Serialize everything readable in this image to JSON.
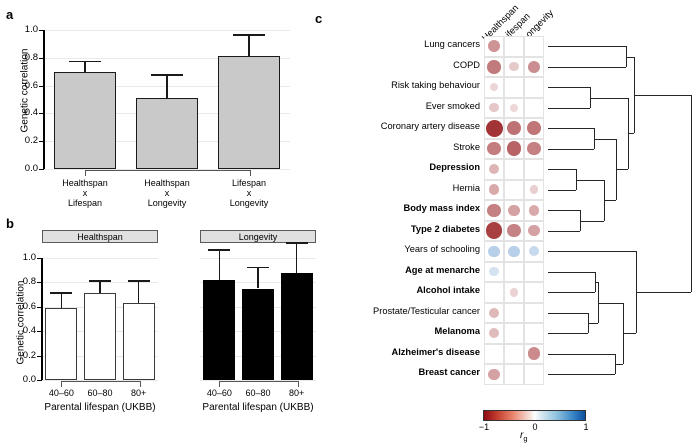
{
  "figure": {
    "panels": [
      "a",
      "b",
      "c"
    ]
  },
  "panel_a": {
    "letter": "a",
    "ylabel": "Genetic correlation",
    "yticks": [
      "1.0",
      "0.8",
      "0.6",
      "0.4",
      "0.2",
      "0.0"
    ],
    "chart_data": {
      "type": "bar",
      "title": "",
      "xlabel": "",
      "ylabel": "Genetic correlation",
      "ylim": [
        0.0,
        1.0
      ],
      "grid": true,
      "categories": [
        "Healthspan\nx\nLifespan",
        "Healthspan\nx\nLongevity",
        "Lifespan\nx\nLongevity"
      ],
      "category_lines": [
        [
          "Healthspan",
          "x",
          "Lifespan"
        ],
        [
          "Healthspan",
          "x",
          "Longevity"
        ],
        [
          "Lifespan",
          "x",
          "Longevity"
        ]
      ],
      "values": [
        0.7,
        0.51,
        0.81
      ],
      "errors_upper": [
        0.78,
        0.68,
        0.97
      ],
      "bar_color": "#c9c9c9"
    }
  },
  "panel_b": {
    "letter": "b",
    "ylabel": "Genetic correlation",
    "xlabel": "Parental lifespan (UKBB)",
    "yticks": [
      "1.0",
      "0.8",
      "0.6",
      "0.4",
      "0.2",
      "0.0"
    ],
    "strips": [
      "Healthspan",
      "Longevity"
    ],
    "chart_data": {
      "type": "bar",
      "title": "",
      "xlabel": "Parental lifespan (UKBB)",
      "ylabel": "Genetic correlation",
      "ylim": [
        0.0,
        1.0
      ],
      "grid": true,
      "categories": [
        "40–60",
        "60–80",
        "80+"
      ],
      "series": [
        {
          "name": "Healthspan",
          "values": [
            0.59,
            0.71,
            0.63
          ],
          "errors_upper": [
            0.72,
            0.82,
            0.82
          ],
          "color": "#ffffff"
        },
        {
          "name": "Longevity",
          "values": [
            0.82,
            0.75,
            0.88
          ],
          "errors_upper": [
            1.07,
            0.93,
            1.13
          ],
          "color": "#000000"
        }
      ]
    }
  },
  "panel_c": {
    "letter": "c",
    "columns": [
      "Healthspan",
      "Lifespan",
      "Longevity"
    ],
    "legend": {
      "title_main": "r",
      "title_sub": "g",
      "ticks": [
        "−1",
        "0",
        "1"
      ]
    },
    "chart_data": {
      "type": "heatmap",
      "title": "",
      "xlabel": "",
      "ylabel": "",
      "colorbar_label": "rg",
      "colorbar_range": [
        -1,
        1
      ],
      "columns": [
        "Healthspan",
        "Lifespan",
        "Longevity"
      ],
      "rows": [
        {
          "label": "Lung cancers",
          "bold": false,
          "values": [
            -0.38,
            null,
            null
          ]
        },
        {
          "label": "COPD",
          "bold": false,
          "values": [
            -0.47,
            -0.19,
            -0.4
          ]
        },
        {
          "label": "Risk taking behaviour",
          "bold": false,
          "values": [
            -0.15,
            null,
            null
          ]
        },
        {
          "label": "Ever smoked",
          "bold": false,
          "values": [
            -0.2,
            -0.14,
            null
          ]
        },
        {
          "label": "Coronary artery disease",
          "bold": false,
          "values": [
            -0.72,
            -0.5,
            -0.49
          ]
        },
        {
          "label": "Stroke",
          "bold": false,
          "values": [
            -0.46,
            -0.55,
            -0.45
          ]
        },
        {
          "label": "Depression",
          "bold": true,
          "values": [
            -0.26,
            null,
            null
          ]
        },
        {
          "label": "Hernia",
          "bold": false,
          "values": [
            -0.3,
            null,
            -0.17
          ]
        },
        {
          "label": "Body mass index",
          "bold": true,
          "values": [
            -0.45,
            -0.33,
            -0.3
          ]
        },
        {
          "label": "Type 2 diabetes",
          "bold": true,
          "values": [
            -0.68,
            -0.44,
            -0.33
          ]
        },
        {
          "label": "Years of schooling",
          "bold": false,
          "values": [
            0.33,
            0.33,
            0.26
          ]
        },
        {
          "label": "Age at menarche",
          "bold": true,
          "values": [
            0.2,
            null,
            null
          ]
        },
        {
          "label": "Alcohol intake",
          "bold": true,
          "values": [
            null,
            -0.16,
            null
          ]
        },
        {
          "label": "Prostate/Testicular cancer",
          "bold": false,
          "values": [
            -0.25,
            null,
            null
          ]
        },
        {
          "label": "Melanoma",
          "bold": true,
          "values": [
            -0.24,
            null,
            null
          ]
        },
        {
          "label": "Alzheimer's disease",
          "bold": true,
          "values": [
            null,
            null,
            -0.41
          ]
        },
        {
          "label": "Breast cancer",
          "bold": true,
          "values": [
            -0.33,
            null,
            null
          ]
        }
      ]
    }
  }
}
